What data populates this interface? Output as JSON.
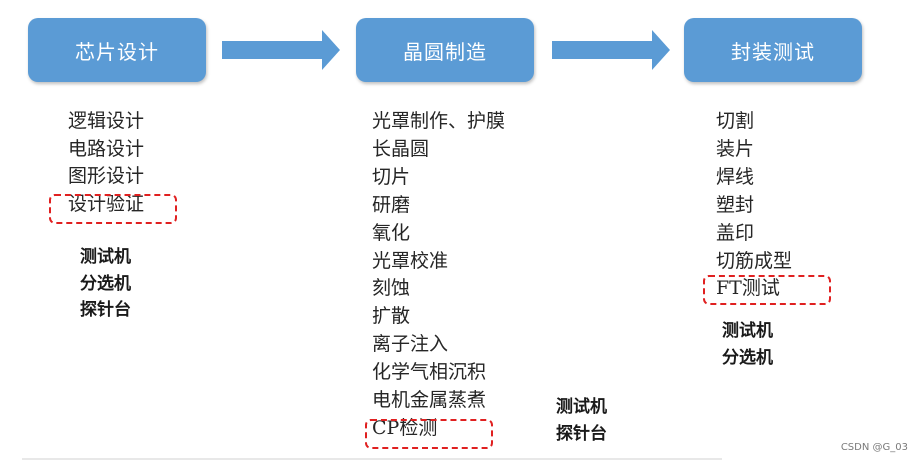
{
  "stages": [
    {
      "title": "芯片设计",
      "steps": [
        "逻辑设计",
        "电路设计",
        "图形设计",
        "设计验证"
      ],
      "equipment": [
        "测试机",
        "分选机",
        "探针台"
      ]
    },
    {
      "title": "晶圆制造",
      "steps": [
        "光罩制作、护膜",
        "长晶圆",
        "切片",
        "研磨",
        "氧化",
        "光罩校准",
        "刻蚀",
        "扩散",
        "离子注入",
        "化学气相沉积",
        "电机金属蒸煮",
        "CP检测"
      ],
      "equipment": [
        "测试机",
        "探针台"
      ]
    },
    {
      "title": "封装测试",
      "steps": [
        "切割",
        "装片",
        "焊线",
        "塑封",
        "盖印",
        "切筋成型",
        "FT测试"
      ],
      "equipment": [
        "测试机",
        "分选机"
      ]
    }
  ],
  "watermark": "CSDN @G_03",
  "colors": {
    "box": "#5b9bd5",
    "highlight": "#e02020"
  }
}
